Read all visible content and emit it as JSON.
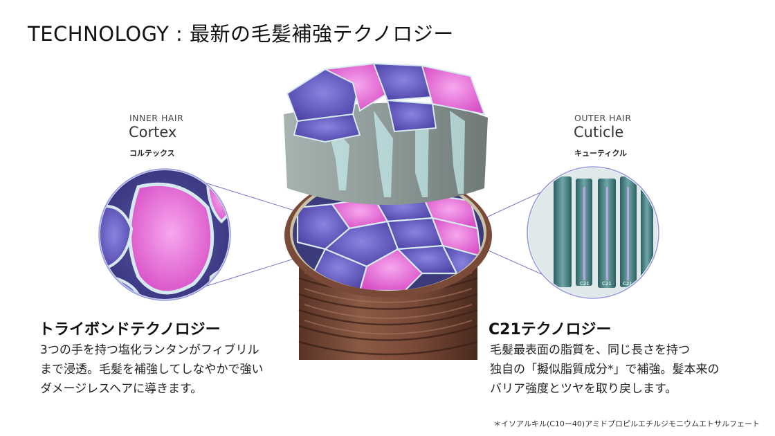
{
  "title": "TECHNOLOGY : 最新の毛髪補強テクノロジー",
  "left": {
    "sub": "INNER HAIR",
    "main": "Cortex",
    "jp": "コルテックス",
    "heading": "トライボンドテクノロジー",
    "lines": [
      "3つの手を持つ塩化ランタンがフィブリル",
      "まで浸透。毛髪を補強してしなやかで強い",
      "ダメージレスヘアに導きます。"
    ]
  },
  "right": {
    "sub": "OUTER HAIR",
    "main": "Cuticle",
    "jp": "キューティクル",
    "heading": "C21テクノロジー",
    "lines": [
      "毛髪最表面の脂質を、同じ長さを持つ",
      "独自の「擬似脂質成分*」で補強。髪本来の",
      "バリア強度とツヤを取り戻します。"
    ]
  },
  "footnote": "＊イソアルキル(C10ー40)アミドプロピルエチルジモニウムエトサルフェート",
  "colors": {
    "cortex_pink": "#e870d8",
    "fiber_blue": "#6a5fc8",
    "cuticle_brown": "#6b3f2e",
    "shaft_gray": "#8e9a98"
  },
  "icons": {
    "cuticle_rod_label": "C21"
  }
}
